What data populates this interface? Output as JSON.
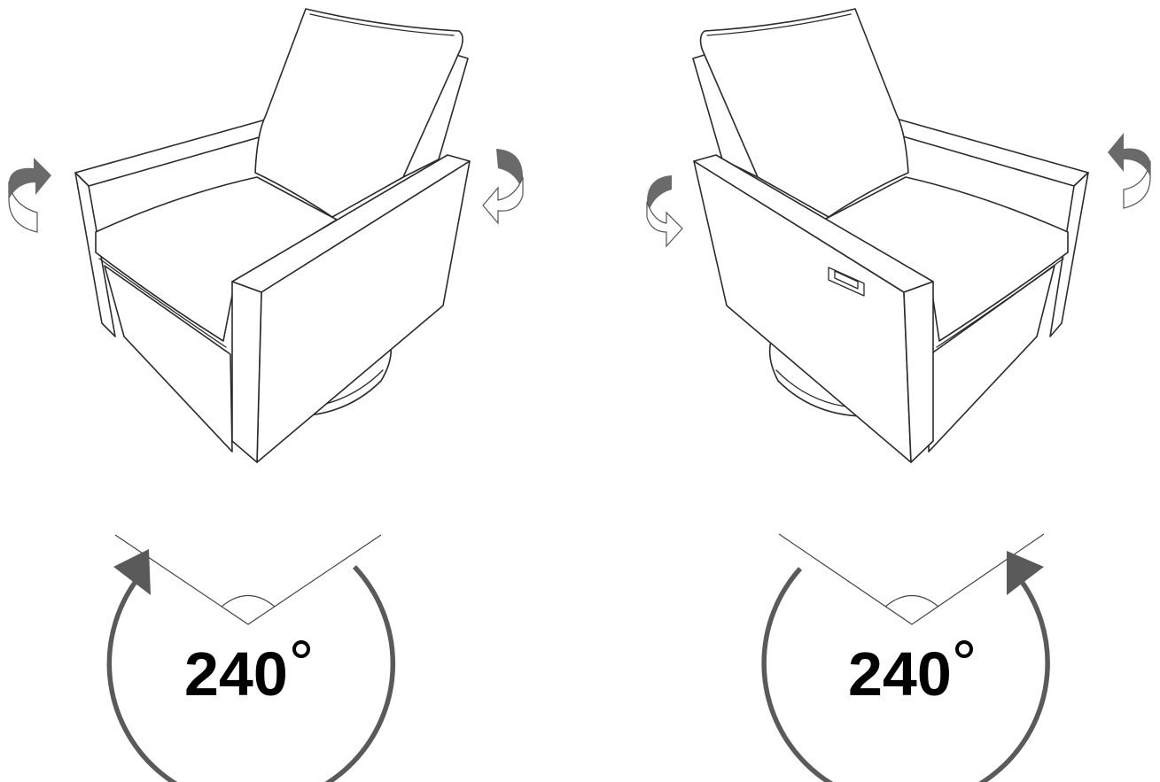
{
  "figure": {
    "left": {
      "rotation_label": "240",
      "rotation_unit_icon": "degree-symbol",
      "rotation_direction": "counterclockwise",
      "swivel_arrow_icons": [
        "swivel-arrow-left-icon",
        "swivel-arrow-right-icon"
      ]
    },
    "right": {
      "rotation_label": "240",
      "rotation_unit_icon": "degree-symbol",
      "rotation_direction": "clockwise",
      "swivel_arrow_icons": [
        "swivel-arrow-left-icon",
        "swivel-arrow-right-icon"
      ],
      "control_icon": "power-button-panel-icon"
    }
  },
  "colors": {
    "line": "#2b2b2b",
    "arrow": "#5a5a5a",
    "text": "#000000",
    "background": "#ffffff"
  }
}
